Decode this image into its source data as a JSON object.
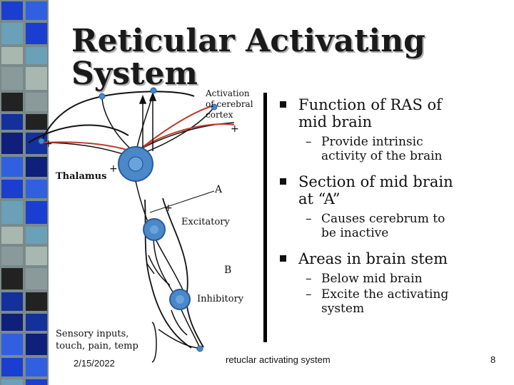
{
  "title": {
    "line1": "Reticular Activating",
    "line2": "System"
  },
  "diagram": {
    "cortex_label_line1": "Activation",
    "cortex_label_line2": "of cerebral",
    "cortex_label_line3": "cortex",
    "thalamus_label": "Thalamus",
    "a_label": "A",
    "excitatory_label": "Excitatory",
    "b_label": "B",
    "inhibitory_label": "Inhibitory",
    "sensory_line1": "Sensory inputs,",
    "sensory_line2": "touch, pain, temp",
    "plus": "+"
  },
  "bullets": [
    {
      "text_line1": "Function of RAS of",
      "text_line2": "mid brain",
      "subs": [
        {
          "line1": "Provide intrinsic",
          "line2": "activity of the brain"
        }
      ]
    },
    {
      "text_line1": "Section of mid brain",
      "text_line2": "at “A”",
      "subs": [
        {
          "line1": "Causes cerebrum to",
          "line2": "be inactive"
        }
      ]
    },
    {
      "text_line1": "Areas in brain stem",
      "text_line2": "",
      "subs": [
        {
          "line1": "Below mid brain",
          "line2": ""
        },
        {
          "line1": "Excite the activating",
          "line2": "system"
        }
      ]
    }
  ],
  "dash": "–",
  "footer": {
    "date": "2/15/2022",
    "caption": "retuclar activating system",
    "page": "8"
  },
  "colors": {
    "neuron": "#4a88c8",
    "lines": "#000000",
    "plus": "#c0392b",
    "stripe_blue": "#1a3fd0"
  }
}
